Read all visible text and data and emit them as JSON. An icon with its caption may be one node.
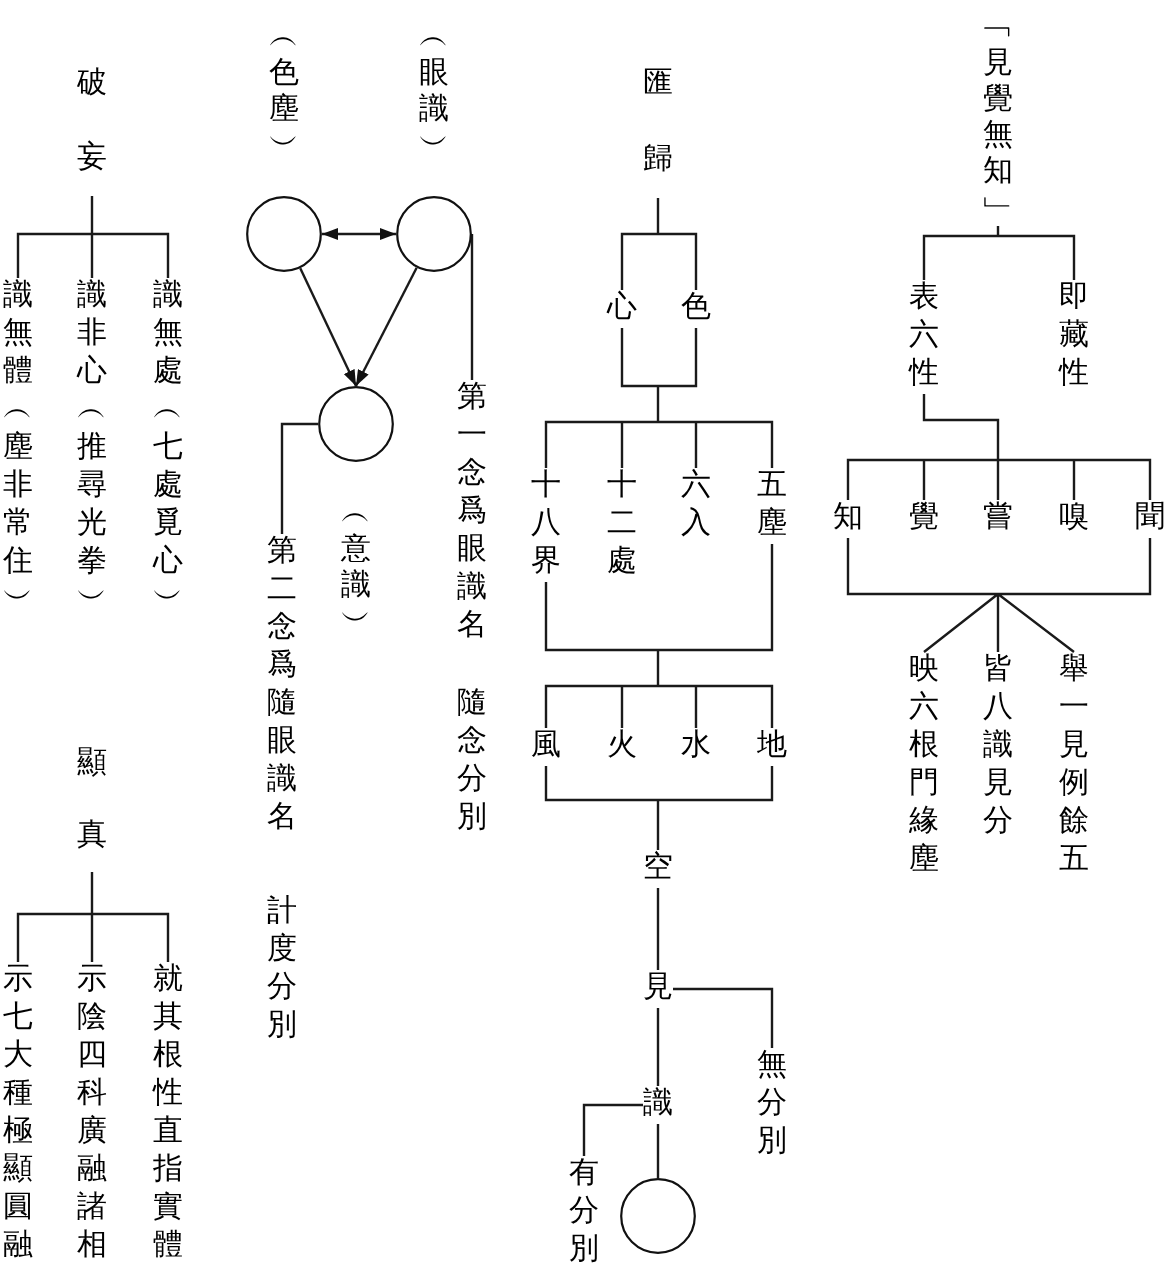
{
  "diagram": {
    "nodes": [
      {
        "text": [
          "﹁見覺無知﹂"
        ]
      },
      {
        "text": [
          "即藏性"
        ]
      },
      {
        "text": [
          "表六性"
        ]
      },
      {
        "text": [
          "聞"
        ]
      },
      {
        "text": [
          "嗅"
        ]
      },
      {
        "text": [
          "嘗"
        ]
      },
      {
        "text": [
          "覺"
        ]
      },
      {
        "text": [
          "知"
        ]
      },
      {
        "text": [
          "舉一見例餘五"
        ]
      },
      {
        "text": [
          "皆八識見分"
        ]
      },
      {
        "text": [
          "映六根門緣塵"
        ]
      },
      {
        "text": [
          "匯歸"
        ]
      },
      {
        "text": [
          "色"
        ]
      },
      {
        "text": [
          "心"
        ]
      },
      {
        "text": [
          "五塵"
        ]
      },
      {
        "text": [
          "六入"
        ]
      },
      {
        "text": [
          "十二處"
        ]
      },
      {
        "text": [
          "十八界"
        ]
      },
      {
        "text": [
          "地"
        ]
      },
      {
        "text": [
          "水"
        ]
      },
      {
        "text": [
          "火"
        ]
      },
      {
        "text": [
          "風"
        ]
      },
      {
        "text": [
          "空"
        ]
      },
      {
        "text": [
          "見"
        ]
      },
      {
        "text": [
          "無分別"
        ]
      },
      {
        "text": [
          "識"
        ]
      },
      {
        "text": [
          "有分別"
        ]
      },
      {
        "text": [],
        "shape": "circle"
      },
      {
        "text": [],
        "shape": "circle",
        "beside": [
          "︵眼識︶"
        ]
      },
      {
        "text": [],
        "shape": "circle",
        "beside": [
          "︵色塵︶"
        ]
      },
      {
        "text": [],
        "shape": "circle",
        "beside": [
          "︵意識︶"
        ]
      },
      {
        "text": [
          "第一念爲眼識名",
          "隨念分別"
        ]
      },
      {
        "text": [
          "第二念爲隨眼識名",
          "計度分別"
        ]
      },
      {
        "text": [
          "破妄"
        ]
      },
      {
        "text": [
          "識無處",
          "︵七處覓心︶"
        ]
      },
      {
        "text": [
          "識非心",
          "︵推尋光拳︶"
        ]
      },
      {
        "text": [
          "識無體",
          "︵塵非常住︶"
        ]
      },
      {
        "text": [
          "顯真"
        ]
      },
      {
        "text": [
          "就其根性直指實體"
        ]
      },
      {
        "text": [
          "示陰四科廣融諸相"
        ]
      },
      {
        "text": [
          "示七大種極顯圓融"
        ]
      }
    ],
    "edges": [
      {
        "from": 0,
        "to": 1,
        "arrow": "none"
      },
      {
        "from": 0,
        "to": 2,
        "arrow": "none"
      },
      {
        "from": 2,
        "to": 3,
        "arrow": "none"
      },
      {
        "from": 2,
        "to": 4,
        "arrow": "none"
      },
      {
        "from": 2,
        "to": 5,
        "arrow": "none"
      },
      {
        "from": 2,
        "to": 6,
        "arrow": "none"
      },
      {
        "from": 2,
        "to": 7,
        "arrow": "none"
      },
      {
        "from": 3,
        "to": 8,
        "arrow": "none"
      },
      {
        "from": 3,
        "to": 9,
        "arrow": "none"
      },
      {
        "from": 3,
        "to": 10,
        "arrow": "none"
      },
      {
        "from": 7,
        "to": 8,
        "arrow": "none"
      },
      {
        "from": 7,
        "to": 9,
        "arrow": "none"
      },
      {
        "from": 7,
        "to": 10,
        "arrow": "none"
      },
      {
        "from": 11,
        "to": 12,
        "arrow": "none"
      },
      {
        "from": 11,
        "to": 13,
        "arrow": "none"
      },
      {
        "from": 12,
        "to": 14,
        "arrow": "none"
      },
      {
        "from": 12,
        "to": 15,
        "arrow": "none"
      },
      {
        "from": 12,
        "to": 16,
        "arrow": "none"
      },
      {
        "from": 12,
        "to": 17,
        "arrow": "none"
      },
      {
        "from": 13,
        "to": 14,
        "arrow": "none"
      },
      {
        "from": 13,
        "to": 15,
        "arrow": "none"
      },
      {
        "from": 13,
        "to": 16,
        "arrow": "none"
      },
      {
        "from": 13,
        "to": 17,
        "arrow": "none"
      },
      {
        "from": 14,
        "to": 18,
        "arrow": "none"
      },
      {
        "from": 14,
        "to": 19,
        "arrow": "none"
      },
      {
        "from": 14,
        "to": 20,
        "arrow": "none"
      },
      {
        "from": 14,
        "to": 21,
        "arrow": "none"
      },
      {
        "from": 17,
        "to": 18,
        "arrow": "none"
      },
      {
        "from": 17,
        "to": 19,
        "arrow": "none"
      },
      {
        "from": 17,
        "to": 20,
        "arrow": "none"
      },
      {
        "from": 17,
        "to": 21,
        "arrow": "none"
      },
      {
        "from": 18,
        "to": 22,
        "arrow": "none"
      },
      {
        "from": 21,
        "to": 22,
        "arrow": "none"
      },
      {
        "from": 22,
        "to": 23,
        "arrow": "none"
      },
      {
        "from": 23,
        "to": 24,
        "arrow": "none"
      },
      {
        "from": 23,
        "to": 25,
        "arrow": "none"
      },
      {
        "from": 25,
        "to": 26,
        "arrow": "none"
      },
      {
        "from": 25,
        "to": 27,
        "arrow": "none"
      },
      {
        "from": 29,
        "to": 28,
        "arrow": "both"
      },
      {
        "from": 29,
        "to": 30,
        "arrow": "to"
      },
      {
        "from": 28,
        "to": 30,
        "arrow": "to"
      },
      {
        "from": 31,
        "to": 28,
        "arrow": "none"
      },
      {
        "from": 32,
        "to": 30,
        "arrow": "none"
      },
      {
        "from": 33,
        "to": 34,
        "arrow": "none"
      },
      {
        "from": 33,
        "to": 35,
        "arrow": "none"
      },
      {
        "from": 33,
        "to": 36,
        "arrow": "none"
      },
      {
        "from": 37,
        "to": 38,
        "arrow": "none"
      },
      {
        "from": 37,
        "to": 39,
        "arrow": "none"
      },
      {
        "from": 37,
        "to": 40,
        "arrow": "none"
      }
    ]
  }
}
